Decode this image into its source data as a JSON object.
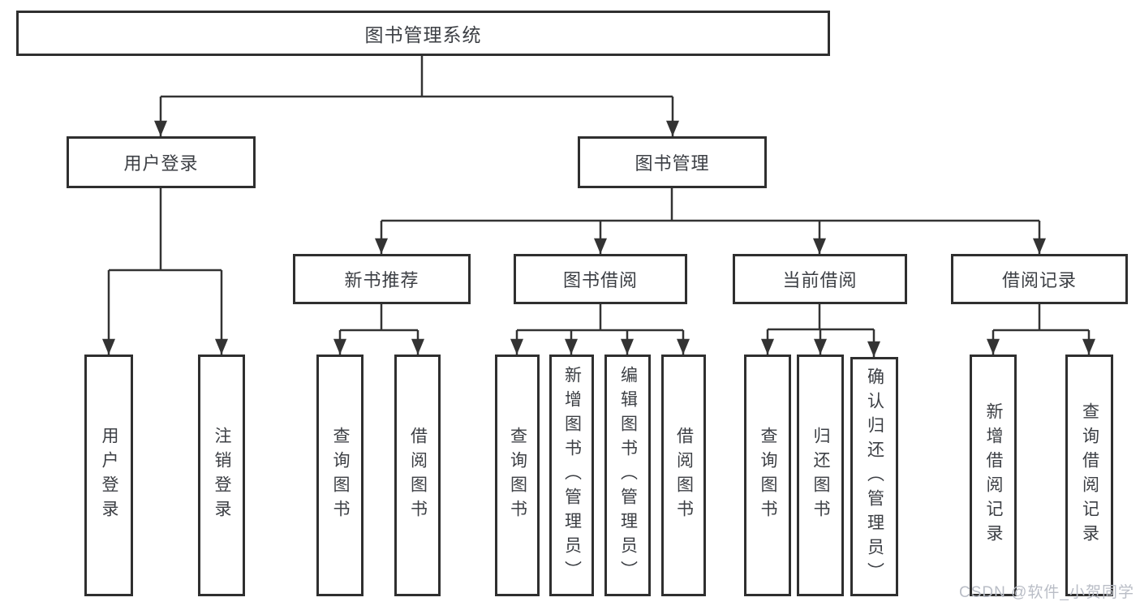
{
  "diagram": {
    "type": "hierarchy-tree",
    "colors": {
      "line": "#333333",
      "border": "#2f2f2f",
      "text": "#3c3f44",
      "background": "#ffffff"
    },
    "tree": {
      "root": {
        "label": "图书管理系统"
      },
      "children": [
        {
          "label": "用户登录",
          "children": [
            {
              "label": "用户登录"
            },
            {
              "label": "注销登录"
            }
          ]
        },
        {
          "label": "图书管理",
          "children": [
            {
              "label": "新书推荐",
              "children": [
                {
                  "label": "查询图书"
                },
                {
                  "label": "借阅图书"
                }
              ]
            },
            {
              "label": "图书借阅",
              "children": [
                {
                  "label": "查询图书"
                },
                {
                  "label": "新增图书（管理员）"
                },
                {
                  "label": "编辑图书（管理员）"
                },
                {
                  "label": "借阅图书"
                }
              ]
            },
            {
              "label": "当前借阅",
              "children": [
                {
                  "label": "查询图书"
                },
                {
                  "label": "归还图书"
                },
                {
                  "label": "确认归还（管理员）"
                }
              ]
            },
            {
              "label": "借阅记录",
              "children": [
                {
                  "label": "新增借阅记录"
                },
                {
                  "label": "查询借阅记录"
                }
              ]
            }
          ]
        }
      ]
    }
  },
  "watermark": {
    "text": "CSDN @软件_小贺同学",
    "color": "#b9bdc6"
  }
}
